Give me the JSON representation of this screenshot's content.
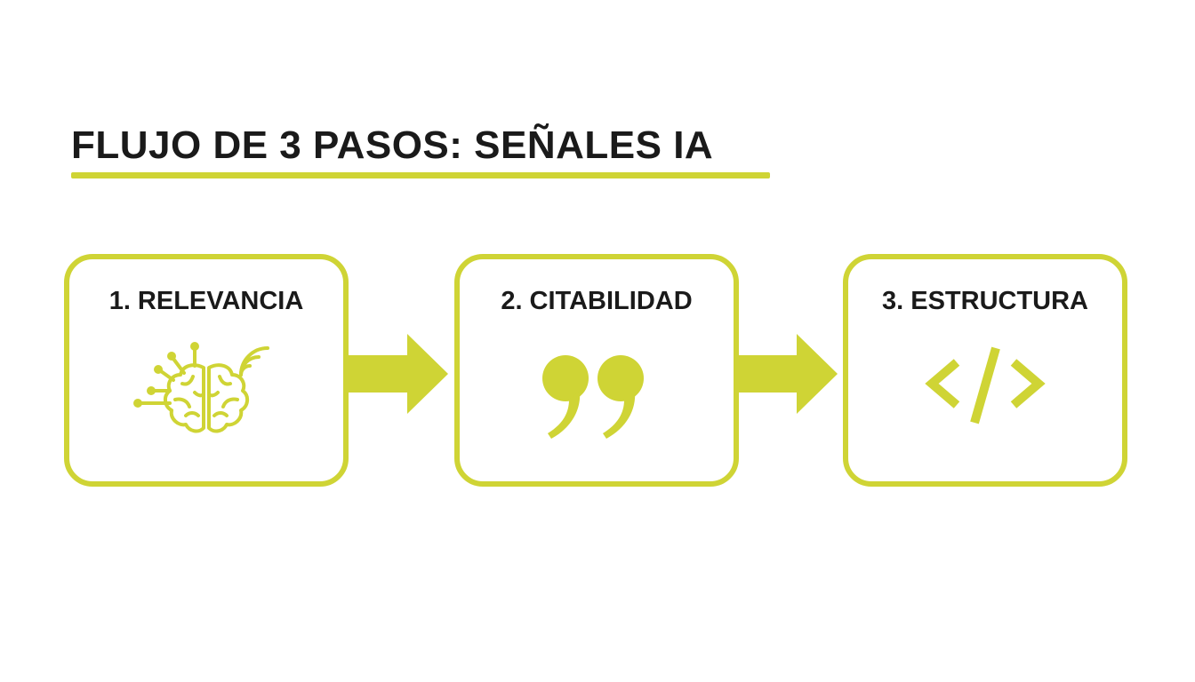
{
  "title": "FLUJO DE 3 PASOS: SEÑALES IA",
  "colors": {
    "accent": "#cfd435",
    "text": "#1a1a1a",
    "background": "#ffffff"
  },
  "steps": [
    {
      "label": "1. RELEVANCIA",
      "icon": "brain-network-icon"
    },
    {
      "label": "2. CITABILIDAD",
      "icon": "quotation-mark-icon"
    },
    {
      "label": "3. ESTRUCTURA",
      "icon": "code-tag-icon"
    }
  ]
}
